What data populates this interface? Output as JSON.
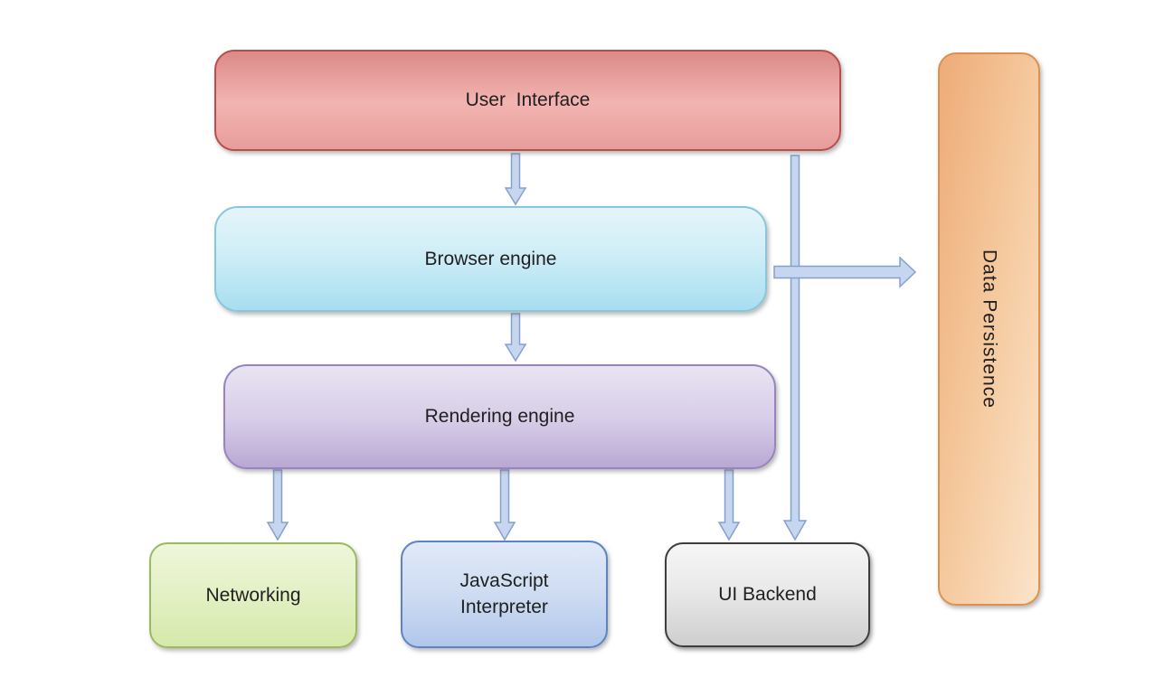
{
  "diagram": {
    "type": "browser-architecture",
    "background": "#ffffff",
    "boxes": {
      "user_interface": {
        "label": "User  Interface",
        "fill_top": "#db8a87",
        "fill_bottom": "#e69d9a",
        "border": "#b94d49"
      },
      "browser_engine": {
        "label": "Browser engine",
        "fill_top": "#e4f5fa",
        "fill_bottom": "#a7def0",
        "border": "#88c6dc"
      },
      "rendering_engine": {
        "label": "Rendering engine",
        "fill_top": "#e9e4f3",
        "fill_bottom": "#b9a8d3",
        "border": "#9784bf"
      },
      "networking": {
        "label": "Networking",
        "fill_top": "#eef6da",
        "fill_bottom": "#d5e9ab",
        "border": "#9cba5d"
      },
      "javascript_interpreter": {
        "label": "JavaScript Interpreter",
        "fill_top": "#e0e9f8",
        "fill_bottom": "#b1c7ea",
        "border": "#5c83c3"
      },
      "ui_backend": {
        "label": "UI Backend",
        "fill_top": "#f6f6f6",
        "fill_bottom": "#cecece",
        "border": "#3d3d3d"
      },
      "data_persistence": {
        "label": "Data Persistence",
        "fill_left": "#eeab77",
        "fill_right": "#fbe4ca",
        "border": "#dd9050",
        "text_orientation": "vertical"
      }
    },
    "arrows": {
      "fill": "#c7d6ef",
      "stroke": "#84a0cf",
      "edges": [
        {
          "from": "user_interface",
          "to": "browser_engine"
        },
        {
          "from": "browser_engine",
          "to": "rendering_engine"
        },
        {
          "from": "rendering_engine",
          "to": "networking"
        },
        {
          "from": "rendering_engine",
          "to": "javascript_interpreter"
        },
        {
          "from": "rendering_engine",
          "to": "ui_backend"
        },
        {
          "from": "user_interface",
          "to": "ui_backend"
        },
        {
          "from": "browser_engine",
          "to": "data_persistence"
        }
      ]
    }
  }
}
